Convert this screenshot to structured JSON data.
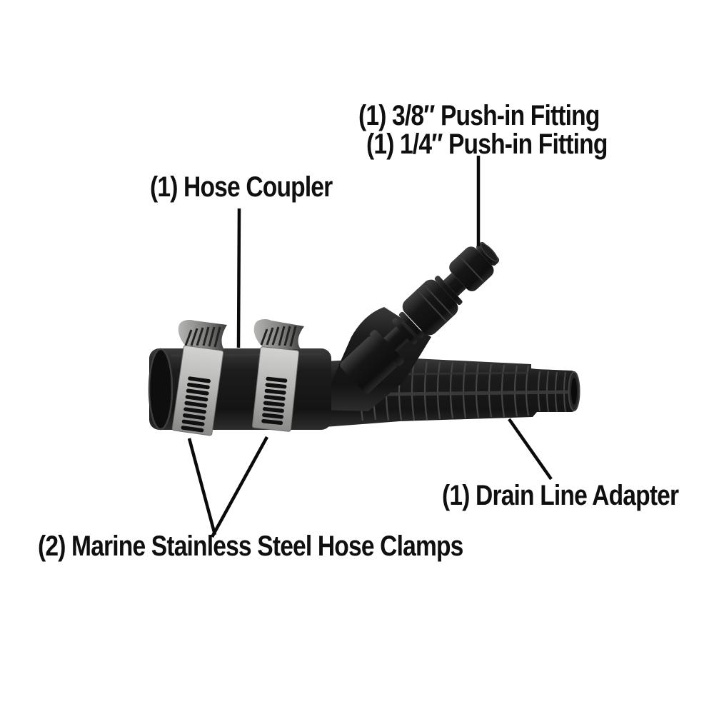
{
  "figure": {
    "description_visible_parts": [
      "push-in fittings",
      "hose coupler",
      "hose clamps",
      "drain line adapter"
    ]
  },
  "labels": {
    "push_in_fitting_3_8": "(1) 3/8″ Push-in Fitting",
    "push_in_fitting_1_4": "(1) 1/4″ Push-in Fitting",
    "hose_coupler": "(1) Hose Coupler",
    "drain_line_adapter": "(1) Drain Line Adapter",
    "hose_clamps": "(2) Marine Stainless Steel Hose Clamps"
  },
  "colors": {
    "background": "#ffffff",
    "label_text": "#0f0f0f",
    "leader_line": "#0a0a0a",
    "rubber_plastic_black": "#1a1a1a",
    "clamp_steel_light": "#d2d2d0",
    "clamp_steel_dark": "#8a8a88"
  }
}
